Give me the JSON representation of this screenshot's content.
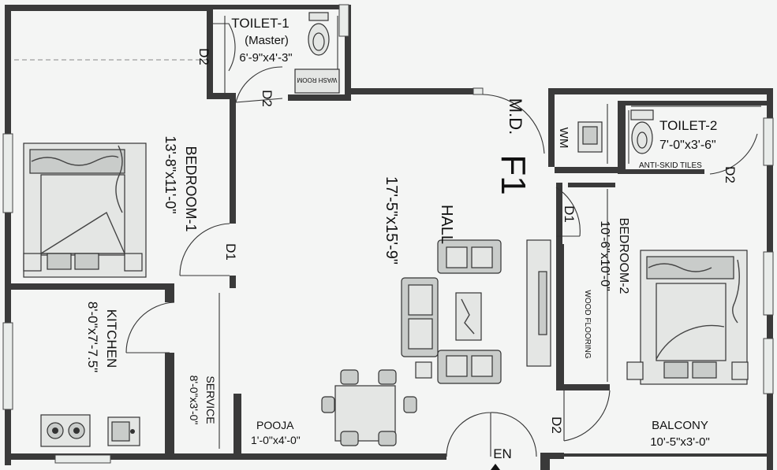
{
  "plan_id": "F1",
  "main_door": "M.D.",
  "entrance": "EN",
  "rooms": {
    "toilet1": {
      "name": "TOILET-1",
      "sub": "(Master)",
      "dims": "6'-9\"x4'-3\""
    },
    "bedroom1": {
      "name": "BEDROOM-1",
      "dims": "13'-8\"x11'-0\""
    },
    "hall": {
      "name": "HALL",
      "dims": "17'-5\"x15'-9\""
    },
    "kitchen": {
      "name": "KITCHEN",
      "dims": "8'-0\"x7'-7.5\""
    },
    "service": {
      "name": "SERVICE",
      "dims": "8'-0\"x3'-0\""
    },
    "pooja": {
      "name": "POOJA",
      "dims": "1'-0\"x4'-0\""
    },
    "toilet2": {
      "name": "TOILET-2",
      "dims": "7'-0\"x3'-6\"",
      "note": "ANTI-SKID TILES"
    },
    "wm": {
      "name": "WM"
    },
    "bedroom2": {
      "name": "BEDROOM-2",
      "dims": "10'-6\"x10'-0\"",
      "note": "WOOD FLOORING"
    },
    "balcony": {
      "name": "BALCONY",
      "dims": "10'-5\"x3'-0\""
    }
  },
  "doors": {
    "d2_toilet1_left": "D2",
    "d2_toilet1_bottom": "D2",
    "d1_bedroom1": "D1",
    "d1_bedroom2": "D1",
    "d2_toilet2": "D2",
    "d2_balcony": "D2"
  },
  "toilet1_fixture_text": "WASH ROOM",
  "icons": [
    "wc-icon",
    "washbasin-icon",
    "sink-icon",
    "stove-icon",
    "bed-icon",
    "sofa-icon",
    "tv-icon",
    "dining-set-icon"
  ]
}
